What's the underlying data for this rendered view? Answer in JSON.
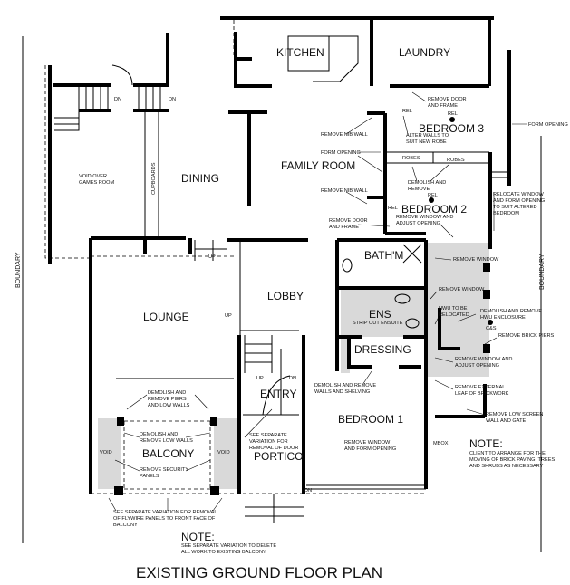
{
  "title": "EXISTING GROUND FLOOR PLAN",
  "rooms": {
    "kitchen": "KITCHEN",
    "laundry": "LAUNDRY",
    "bedroom3": "BEDROOM 3",
    "family_room": "FAMILY ROOM",
    "dining": "DINING",
    "bedroom2": "BEDROOM 2",
    "bathroom": "BATH'M",
    "lounge": "LOUNGE",
    "lobby": "LOBBY",
    "ensuite": "ENS",
    "dressing": "DRESSING",
    "entry": "ENTRY",
    "bedroom1": "BEDROOM 1",
    "balcony": "BALCONY",
    "portico": "PORTICO"
  },
  "labels": {
    "boundary_left": "BOUNDARY",
    "boundary_right": "BOUNDARY",
    "void_games": [
      "VOID OVER",
      "GAMES ROOM"
    ],
    "cupboards": "CUPBOARDS",
    "robes_1": "ROBES",
    "robes_2": "ROBES",
    "void_left": "VOID",
    "void_right": "VOID",
    "mbox": "MBOX",
    "cs": "C&S",
    "rel": "REL",
    "up": "UP",
    "dn": "DN"
  },
  "annotations": {
    "remove_door_frame_laundry": [
      "REMOVE DOOR",
      "AND FRAME"
    ],
    "remove_nib_wall_1": "REMOVE NIB WALL",
    "alter_walls": [
      "ALTER WALLS TO",
      "SUIT NEW ROBE"
    ],
    "form_opening_right": "FORM OPENING",
    "form_opening_left": "FORM OPENING",
    "demolish_robes": [
      "DEMOLISH AND",
      "REMOVE"
    ],
    "remove_nib_wall_2": "REMOVE NIB WALL",
    "relocate_window": [
      "RELOCATE WINDOW",
      "AND FORM OPENING",
      "TO SUIT ALTERED",
      "BEDROOM"
    ],
    "remove_door_frame_bed2": [
      "REMOVE DOOR",
      "AND FRAME"
    ],
    "remove_window_adjust_bed2": [
      "REMOVE WINDOW AND",
      "ADJUST OPENING"
    ],
    "remove_window_bath": "REMOVE WINDOW",
    "remove_window_ens": "REMOVE WINDOW",
    "hwu_relocated": [
      "HWU TO BE",
      "RELOCATED"
    ],
    "demolish_hwu": [
      "DEMOLISH AND REMOVE",
      "HWU ENCLOSURE"
    ],
    "strip_ensuite": "STRIP OUT ENSUITE",
    "remove_brick_piers": "REMOVE BRICK PIERS",
    "remove_window_adjust_dressing": [
      "REMOVE WINDOW AND",
      "ADJUST OPENING"
    ],
    "demolish_walls_shelving": [
      "DEMOLISH AND REMOVE",
      "WALLS AND SHELVING"
    ],
    "remove_external_leaf": [
      "REMOVE EXTERNAL",
      "LEAF OF BRICKWORK"
    ],
    "remove_low_screen": [
      "REMOVE LOW SCREEN",
      "WALL AND GATE"
    ],
    "remove_window_bed1": [
      "REMOVE WINDOW",
      "AND FORM OPENING"
    ],
    "demolish_piers": [
      "DEMOLISH AND",
      "REMOVE PIERS",
      "AND LOW WALLS"
    ],
    "demolish_low_walls": [
      "DEMOLISH AND",
      "REMOVE LOW WALLS"
    ],
    "remove_security": [
      "REMOVE SECURITY",
      "PANELS"
    ],
    "portico_door": [
      "SEE SEPARATE",
      "VARIATION FOR",
      "REMOVAL OF DOOR"
    ],
    "flywire": [
      "SEE SEPARATE VARIATION FOR REMOVAL",
      "OF FLYWIRE PANELS  TO FRONT FACE OF",
      "BALCONY"
    ]
  },
  "notes": {
    "right": {
      "heading": "NOTE:",
      "lines": [
        "CLIENT TO ARRANGE FOR THE",
        "MOVING OF BRICK PAVING, TREES",
        "AND SHRUBS AS NECESSARY"
      ]
    },
    "bottom": {
      "heading": "NOTE:",
      "lines": [
        "SEE SEPARATE VARIATION TO DELETE",
        "ALL WORK TO EXISTING BALCONY"
      ]
    }
  }
}
